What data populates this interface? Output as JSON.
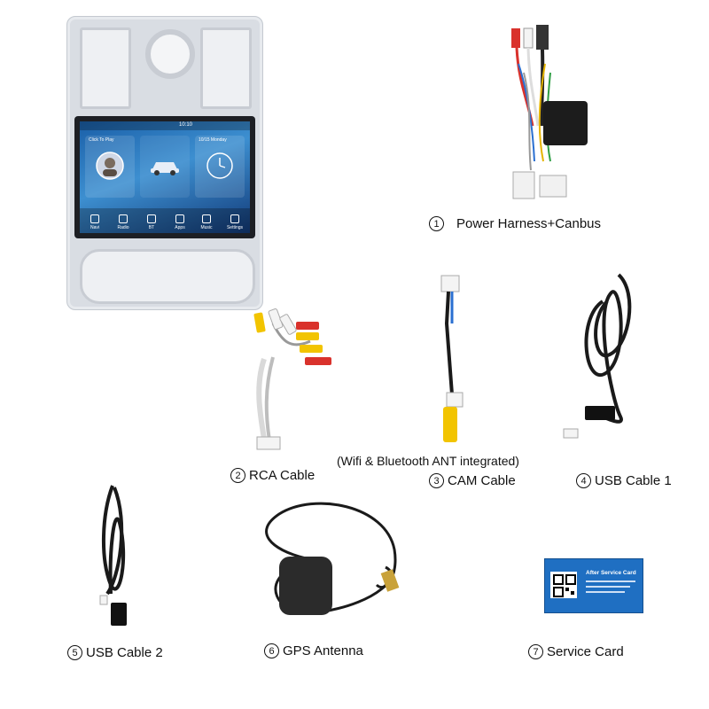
{
  "head_unit": {
    "time": "10:10",
    "tiles": {
      "music": "Click To Play",
      "date": "10/15 Monday"
    },
    "dock": [
      {
        "label": "Navi",
        "icon": "navigation-icon"
      },
      {
        "label": "Radio",
        "icon": "radio-icon"
      },
      {
        "label": "BT",
        "icon": "bluetooth-icon"
      },
      {
        "label": "Apps",
        "icon": "apps-icon"
      },
      {
        "label": "Music",
        "icon": "music-icon"
      },
      {
        "label": "Settings",
        "icon": "settings-icon"
      }
    ]
  },
  "items": [
    {
      "num": "1",
      "label": "Power Harness+Canbus"
    },
    {
      "num": "2",
      "label": "RCA Cable"
    },
    {
      "num": "3",
      "label": "CAM Cable"
    },
    {
      "num": "4",
      "label": "USB Cable 1"
    },
    {
      "num": "5",
      "label": "USB Cable 2"
    },
    {
      "num": "6",
      "label": "GPS Antenna"
    },
    {
      "num": "7",
      "label": "Service Card"
    }
  ],
  "note": "(Wifi & Bluetooth ANT integrated)",
  "service_card": {
    "title": "After Service Card"
  },
  "colors": {
    "card_blue": "#1f6fc2",
    "rca_yellow": "#f2c400",
    "rca_red": "#d9322c",
    "rca_white": "#f4f4f4",
    "cable_black": "#1a1a1a"
  }
}
